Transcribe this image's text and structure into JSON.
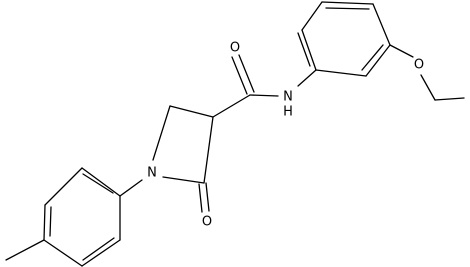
{
  "molecule": {
    "atom_labels": {
      "carbonyl_oxygen_amide": "O",
      "amide_nitrogen": "N",
      "amide_hydrogen": "H",
      "ether_oxygen": "O",
      "ring_nitrogen": "N",
      "lactam_oxygen": "O"
    }
  },
  "colors": {
    "bond": "#000000",
    "label": "#000000",
    "background": "#ffffff"
  }
}
